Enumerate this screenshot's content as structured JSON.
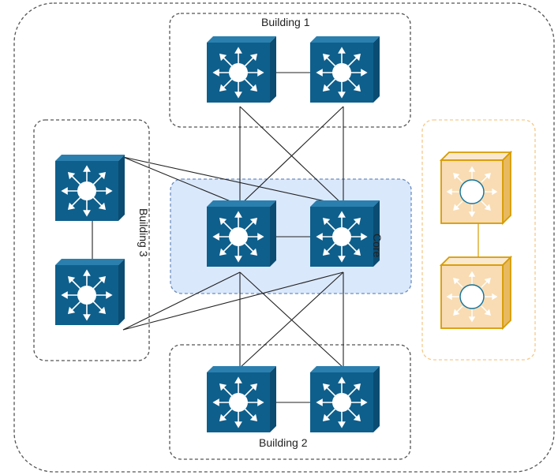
{
  "groups": {
    "building1": {
      "label": "Building 1"
    },
    "building2": {
      "label": "Building 2"
    },
    "building3": {
      "label": "Building 3"
    },
    "core": {
      "label": "Core"
    }
  },
  "colors": {
    "switch_face": "#0e5f8c",
    "switch_side": "#0a4c72",
    "switch_top": "#2a7fae",
    "highlight_face": "#f9dcb3",
    "highlight_border": "#d79b00",
    "core_fill": "#dae8fc",
    "core_border": "#6c8ebf",
    "link": "#222222",
    "group_border": "#555555"
  },
  "icons": {
    "switch": "layer3-switch-icon",
    "highlight_switch": "highlighted-switch-icon"
  }
}
